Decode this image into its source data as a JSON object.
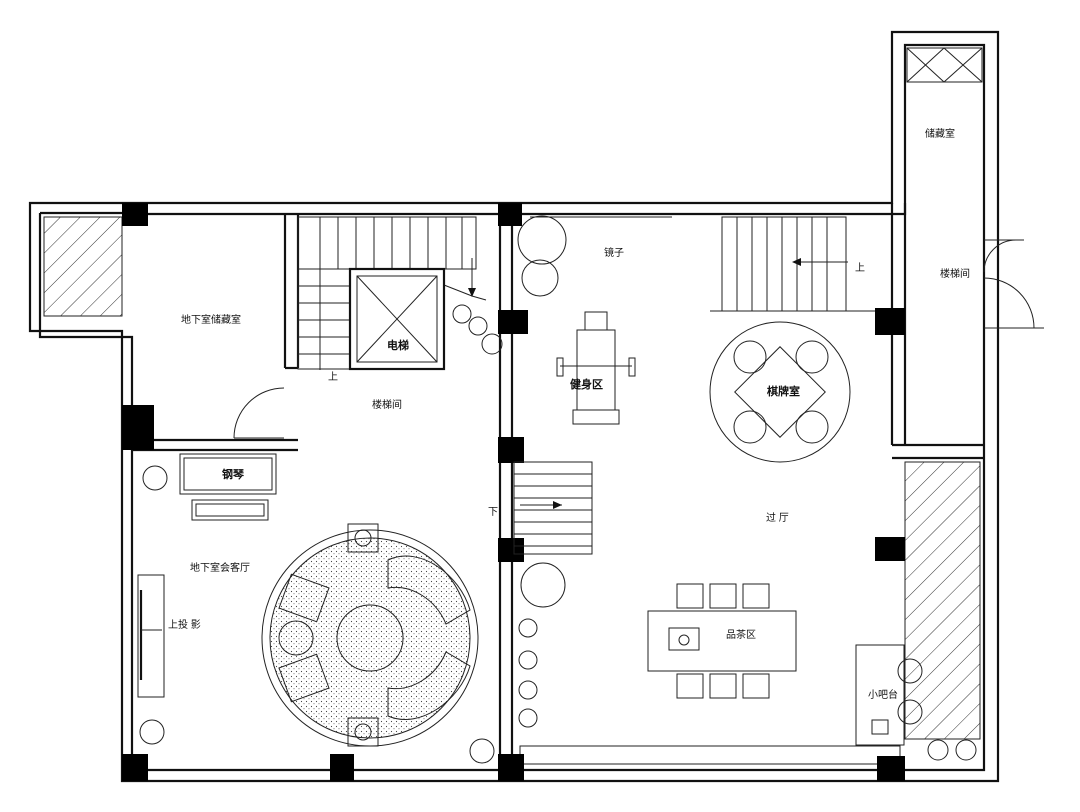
{
  "plan": {
    "rooms": {
      "storage_top_right": "储藏室",
      "basement_storage": "地下室储藏室",
      "elevator": "电梯",
      "stairwell_main": "楼梯间",
      "stairwell_right": "楼梯间",
      "mirror": "镜子",
      "gym_area": "健身区",
      "mahjong_room": "棋牌室",
      "hall": "过 厅",
      "piano": "钢琴",
      "basement_living": "地下室会客厅",
      "projection": "上投 影",
      "tea_area": "品茶区",
      "mini_bar": "小吧台"
    },
    "markers": {
      "up_main": "上",
      "up_right": "上",
      "down_mid": "下"
    },
    "colors": {
      "line": "#111111",
      "background": "#ffffff"
    }
  }
}
